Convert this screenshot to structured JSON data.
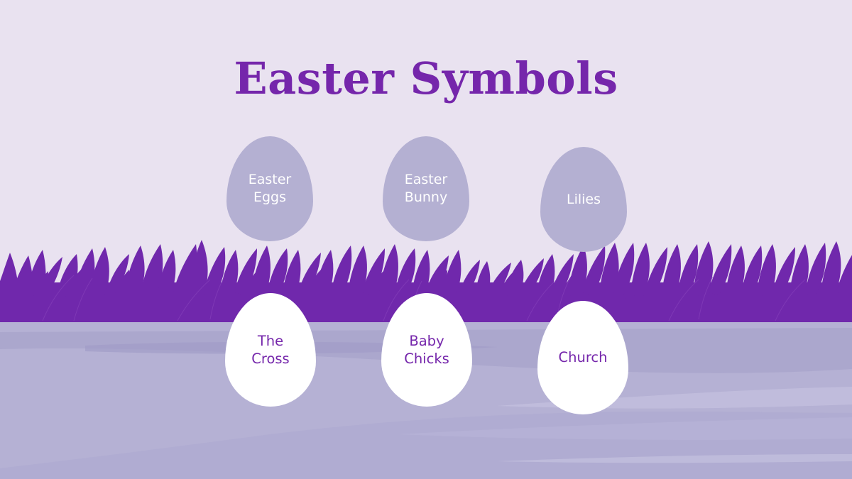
{
  "slide": {
    "title": "Easter Symbols",
    "background_color": "#e9e2f0",
    "accent_purple": "#7526ab",
    "grass_purple": "#7028ac",
    "ground_color": "#b5b1d4",
    "muted_egg_color": "#b4b0d2",
    "white_egg_color": "#ffffff"
  },
  "symbols_top": [
    {
      "label": "Easter\nEggs",
      "text_color": "#ffffff",
      "fill": "#b4b0d2"
    },
    {
      "label": "Easter\nBunny",
      "text_color": "#ffffff",
      "fill": "#b4b0d2"
    },
    {
      "label": "Lilies",
      "text_color": "#ffffff",
      "fill": "#b4b0d2"
    }
  ],
  "symbols_bottom": [
    {
      "label": "The\nCross",
      "text_color": "#7526ab",
      "fill": "#ffffff"
    },
    {
      "label": "Baby\nChicks",
      "text_color": "#7526ab",
      "fill": "#ffffff"
    },
    {
      "label": "Church",
      "text_color": "#7526ab",
      "fill": "#ffffff"
    }
  ]
}
